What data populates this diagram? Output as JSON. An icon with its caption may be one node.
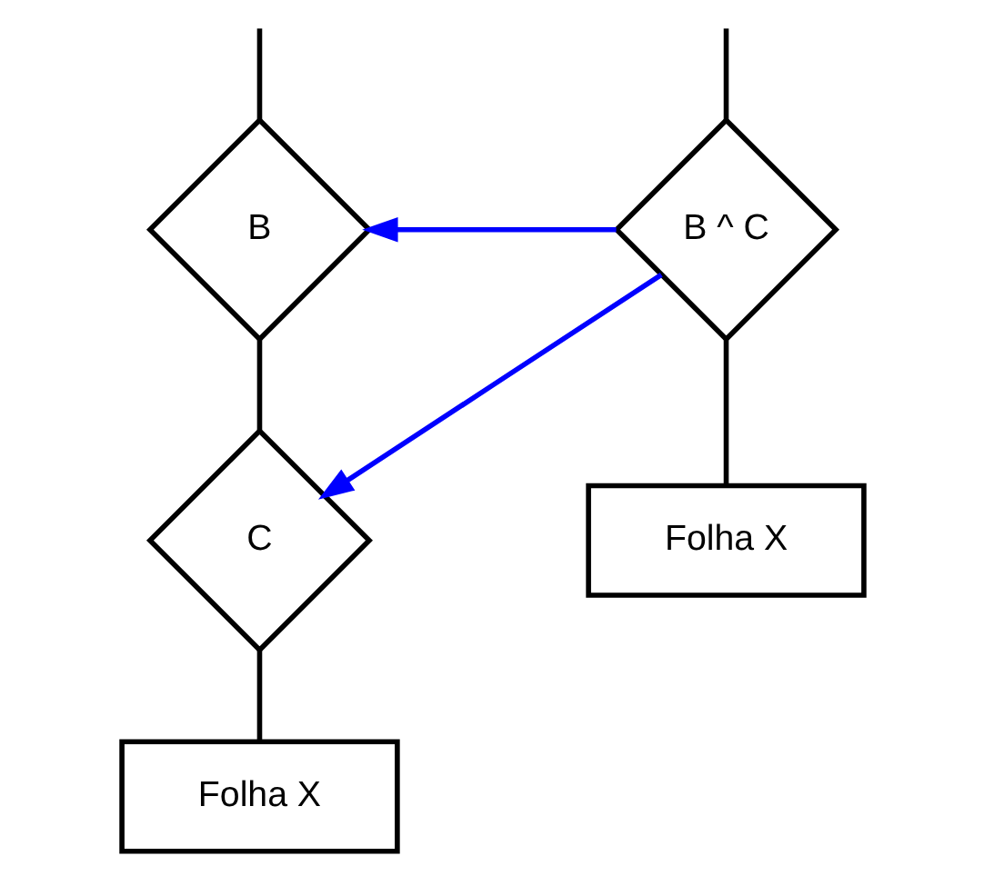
{
  "diagram": {
    "nodes": [
      {
        "text": [
          "B ^ C"
        ]
      },
      {
        "text": [
          "Folha X"
        ]
      },
      {
        "text": [
          "B"
        ]
      },
      {
        "text": [
          "C"
        ]
      },
      {
        "text": [
          "Folha X"
        ]
      }
    ],
    "edges": [
      {
        "from": null,
        "to": 0,
        "arrow": "none"
      },
      {
        "from": 0,
        "to": 1,
        "arrow": "none"
      },
      {
        "from": null,
        "to": 2,
        "arrow": "none"
      },
      {
        "from": 2,
        "to": 3,
        "arrow": "none"
      },
      {
        "from": 3,
        "to": 4,
        "arrow": "none"
      },
      {
        "from": 0,
        "to": 2,
        "arrow": "to",
        "color": "#0000ff"
      },
      {
        "from": 0,
        "to": 3,
        "arrow": "to",
        "color": "#0000ff"
      }
    ]
  }
}
